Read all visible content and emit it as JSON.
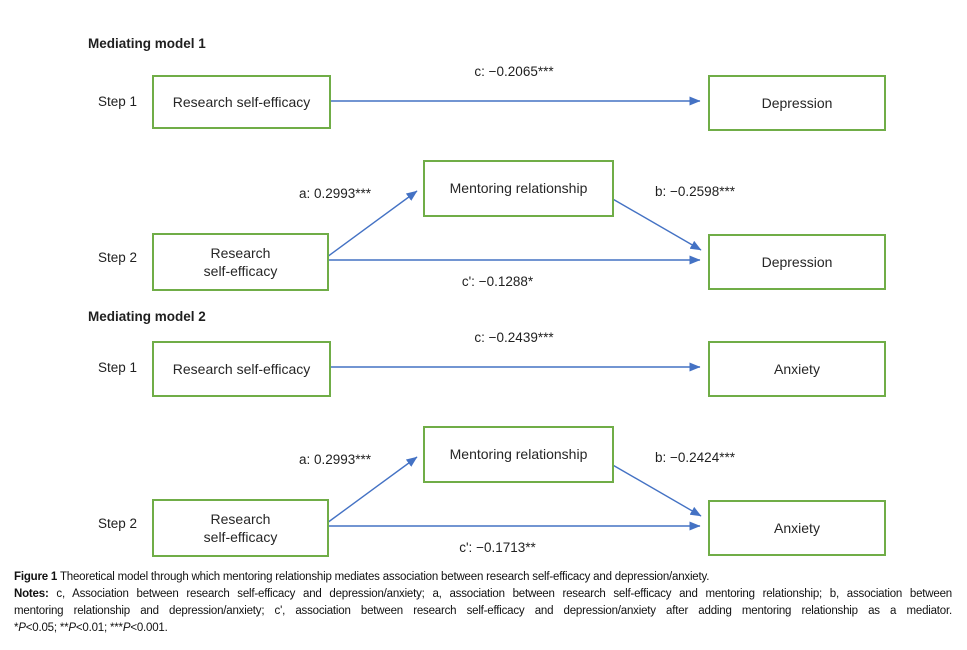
{
  "colors": {
    "box_border": "#70ad47",
    "arrow": "#4472c4",
    "text": "#1f1f1f"
  },
  "model1": {
    "title": "Mediating model 1",
    "step1": {
      "label": "Step 1",
      "predictor": "Research self-efficacy",
      "outcome": "Depression",
      "path_c": "c: −0.2065***"
    },
    "step2": {
      "label": "Step 2",
      "predictor": "Research\nself-efficacy",
      "mediator": "Mentoring relationship",
      "outcome": "Depression",
      "path_a": "a: 0.2993***",
      "path_b": "b: −0.2598***",
      "path_c_prime": "c': −0.1288*"
    }
  },
  "model2": {
    "title": "Mediating model 2",
    "step1": {
      "label": "Step 1",
      "predictor": "Research self-efficacy",
      "outcome": "Anxiety",
      "path_c": "c: −0.2439***"
    },
    "step2": {
      "label": "Step 2",
      "predictor": "Research\nself-efficacy",
      "mediator": "Mentoring relationship",
      "outcome": "Anxiety",
      "path_a": "a: 0.2993***",
      "path_b": "b: −0.2424***",
      "path_c_prime": "c': −0.1713**"
    }
  },
  "caption": {
    "figure_label": "Figure 1",
    "figure_text": "Theoretical model through which mentoring relationship mediates association between research self-efficacy and depression/anxiety.",
    "notes_label": "Notes:",
    "notes_line1": "c, Association between research self-efficacy and depression/anxiety; a, association between research self-efficacy and mentoring relationship; b, association between",
    "notes_line2": "mentoring relationship and depression/anxiety; c', association between research self-efficacy and depression/anxiety after adding mentoring relationship as a mediator.",
    "sig": {
      "s1": "*",
      "p1": "P",
      "v1": "<0.05; ",
      "s2": "**",
      "p2": "P",
      "v2": "<0.01; ",
      "s3": "***",
      "p3": "P",
      "v3": "<0.001."
    }
  }
}
